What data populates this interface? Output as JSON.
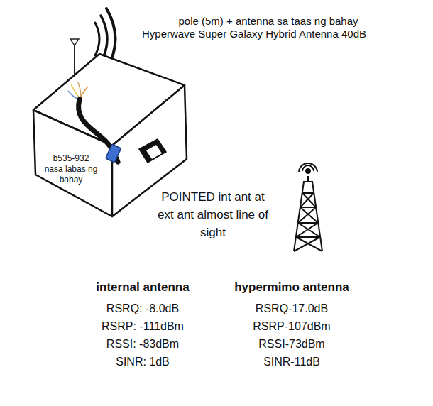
{
  "diagram": {
    "nodes": [
      {
        "text": [
          "b535-932 nasa labas ng bahay"
        ]
      }
    ],
    "labels": [
      "pole (5m) + antenna sa taas ng bahay",
      "Hyperwave Super Galaxy Hybrid Antenna 40dB",
      "POINTED int ant at ext ant almost line of sight",
      "internal antenna",
      "RSRQ: -8.0dB",
      "RSRP: -111dBm",
      "RSSI: -83dBm",
      "SINR: 1dB",
      "hypermimo antenna",
      "RSRQ-17.0dB",
      "RSRP-107dBm",
      "RSSI-73dBm",
      "SINR-11dB"
    ]
  }
}
